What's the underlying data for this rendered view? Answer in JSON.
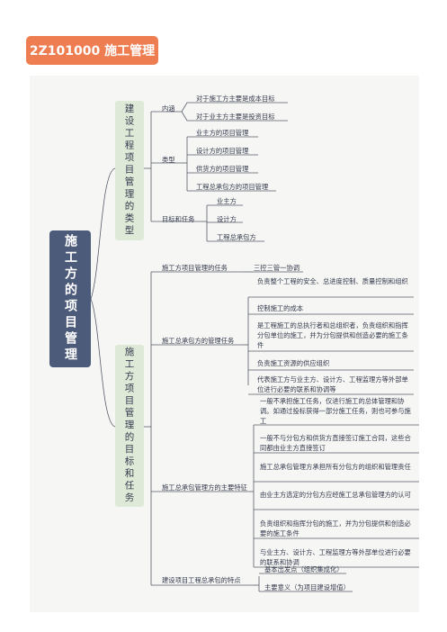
{
  "title": "2Z101000 施工管理",
  "root": "施工方的项目管理",
  "branch1": {
    "label": "建设工程项目管理的类型",
    "groups": [
      {
        "label": "内涵",
        "items": [
          "对于施工方主要是成本目标",
          "对于业主方主要是投资目标"
        ]
      },
      {
        "label": "类型",
        "items": [
          "业主方的项目管理",
          "设计方的项目管理",
          "供货方的项目管理",
          "工程总承包方的项目管理"
        ]
      },
      {
        "label": "目标和任务",
        "items": [
          "业主方",
          "设计方",
          "工程总承包方"
        ]
      }
    ]
  },
  "branch2": {
    "label": "施工方项目管理的目标和任务",
    "groups": [
      {
        "label": "施工方项目管理的任务",
        "items": [
          "三控三管一协调"
        ]
      },
      {
        "label": "施工总承包方的管理任务",
        "items": [
          "负责整个工程的安全、总进度控制、质量控制和组织",
          "控制施工的成本",
          "是工程施工的总执行者和总组织者，负责组织和指挥分包单位的施工，并为分包提供和创造必要的施工条件",
          "负责施工资源的供应组织",
          "代表施工方与业主方、设计方、工程监理方等外部单位进行必要的联系和协调等"
        ]
      },
      {
        "label": "施工总承包管理方的主要特征",
        "items": [
          "一般不承担施工任务，仅进行施工的总体管理和协调。如通过投标获得一部分施工任务，则也可参与施工",
          "一般不与分包方和供货方直接签订施工合同，这些合同都由业主方直接签订",
          "施工总承包管理方承担所有分包方的组织和管理责任",
          "由业主方选定的分包方应经施工总承包管理方的认可",
          "负责组织和指挥分包的施工，并为分包提供和创造必要的施工条件",
          "与业主方、设计方、工程监理方等外部单位进行必要的联系和协调"
        ]
      },
      {
        "label": "建设项目工程总承包的特点",
        "items": [
          "基本出发点（组织集成化）",
          "主要意义（为项目建设增值）"
        ]
      }
    ]
  }
}
